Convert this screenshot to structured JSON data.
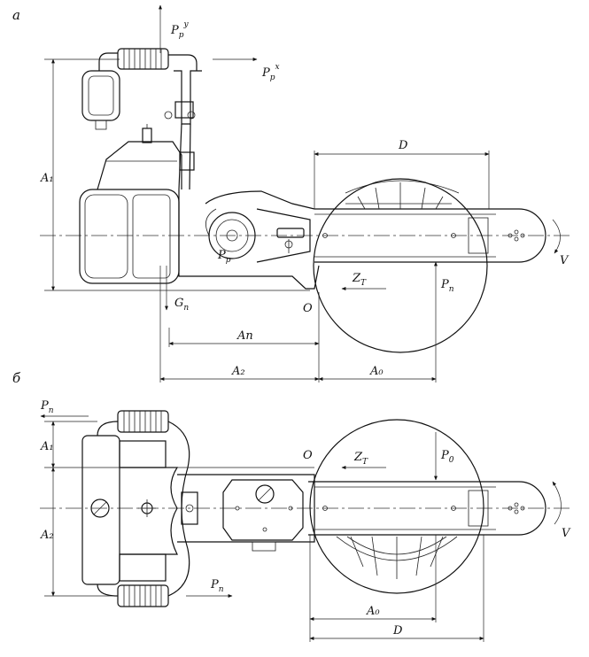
{
  "views": {
    "top": {
      "label": "а",
      "forces": {
        "py": {
          "name": "P",
          "sub": "p",
          "sup": "y"
        },
        "px": {
          "name": "P",
          "sub": "p",
          "sup": "x"
        },
        "pp": {
          "name": "P",
          "sub": "p",
          "sup": ""
        },
        "zt": {
          "name": "Z",
          "sub": "T"
        },
        "pn": {
          "name": "P",
          "sub": "п"
        },
        "gn": {
          "name": "G",
          "sub": "п"
        }
      },
      "point_o": "O",
      "velocity": "V",
      "dims": {
        "d": "D",
        "a1": "A₁",
        "an": "Aп",
        "a2": "A₂",
        "a0": "A₀"
      }
    },
    "bottom": {
      "label": "б",
      "forces": {
        "pn_top": {
          "name": "P",
          "sub": "п"
        },
        "pn_bottom": {
          "name": "P",
          "sub": "п"
        },
        "zt": {
          "name": "Z",
          "sub": "T"
        },
        "p0": {
          "name": "P",
          "sub": "0"
        }
      },
      "point_o": "O",
      "velocity": "V",
      "dims": {
        "a1": "A₁",
        "a2": "A₂",
        "a0": "A₀",
        "d": "D"
      }
    }
  }
}
